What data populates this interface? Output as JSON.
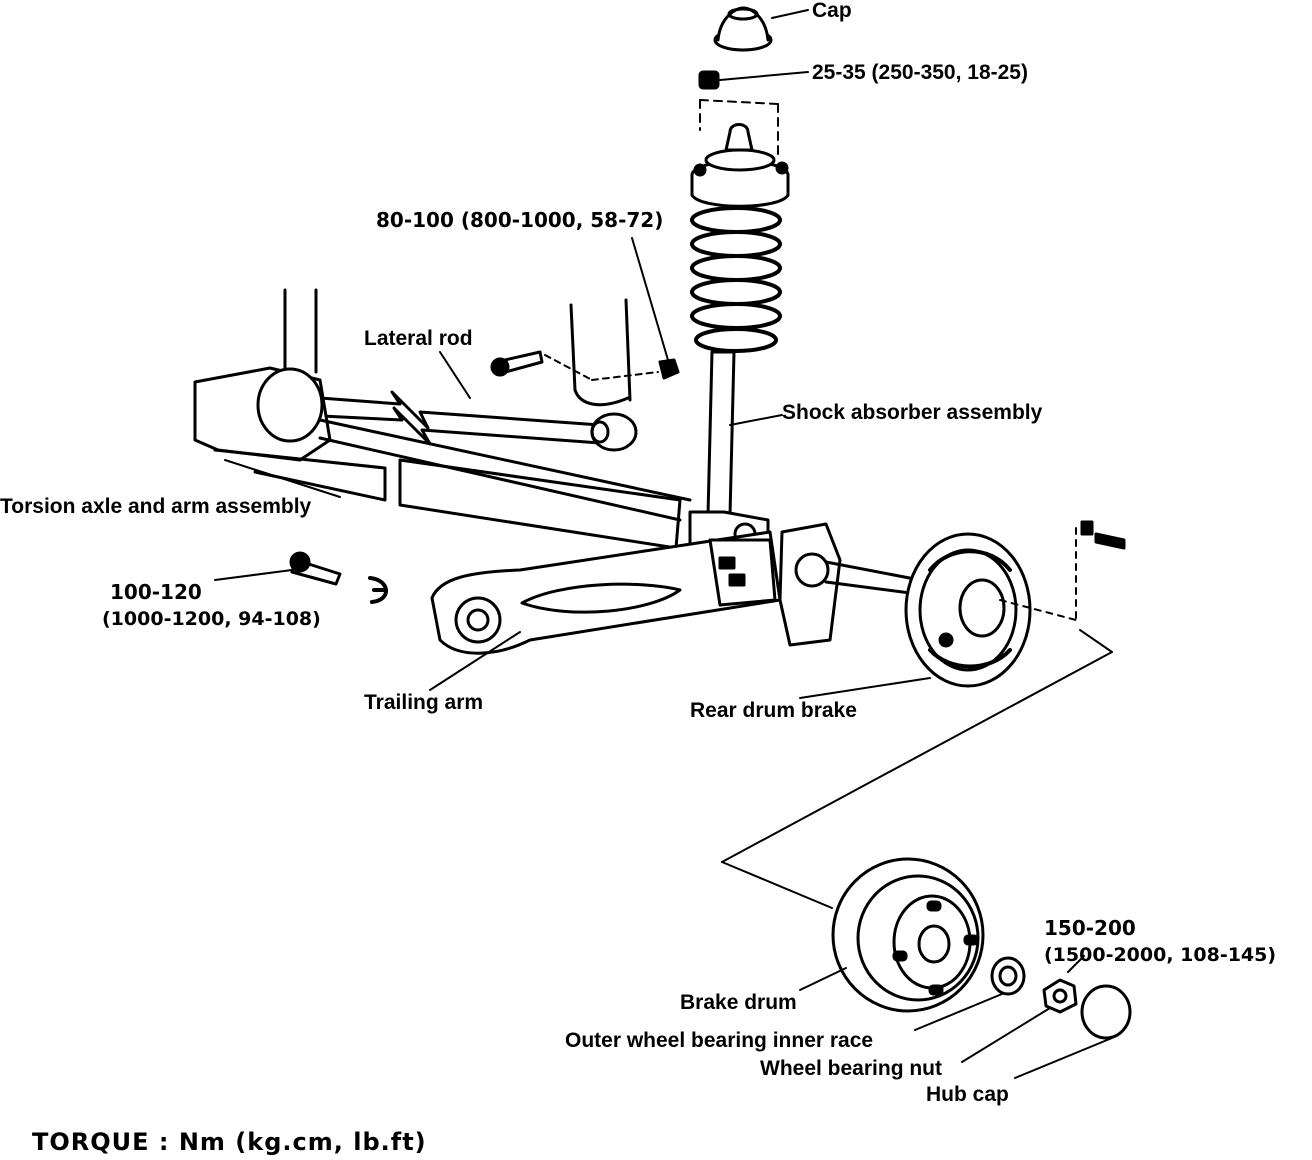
{
  "labels": {
    "cap": "Cap",
    "cap_torque": "25-35 (250-350, 18-25)",
    "strut_torque": "80-100 (800-1000, 58-72)",
    "lateral_rod": "Lateral rod",
    "shock_absorber": "Shock absorber assembly",
    "torsion_axle": "Torsion axle and arm assembly",
    "arm_torque_nm": "100-120",
    "arm_torque_detail": "(1000-1200, 94-108)",
    "trailing_arm": "Trailing arm",
    "rear_drum_brake": "Rear drum brake",
    "nut_torque_nm": "150-200",
    "nut_torque_detail": "(1500-2000, 108-145)",
    "brake_drum": "Brake drum",
    "outer_race": "Outer wheel bearing inner race",
    "wheel_nut": "Wheel bearing nut",
    "hub_cap": "Hub cap",
    "footer": "TORQUE : Nm (kg.cm, lb.ft)"
  }
}
